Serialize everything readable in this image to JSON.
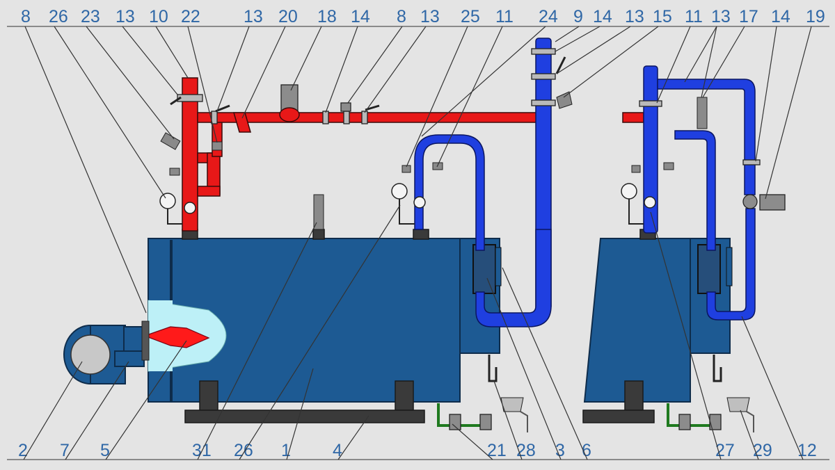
{
  "labels": {
    "top": [
      "8",
      "26",
      "23",
      "13",
      "10",
      "22",
      "13",
      "20",
      "18",
      "14",
      "8",
      "13",
      "25",
      "11",
      "24",
      "9",
      "14",
      "13",
      "15",
      "11",
      "13",
      "17",
      "14",
      "19"
    ],
    "bottom": [
      "2",
      "7",
      "5",
      "31",
      "26",
      "1",
      "4",
      "21",
      "28",
      "3",
      "6",
      "27",
      "29",
      "12"
    ]
  },
  "colors": {
    "hot_pipe": "#e81818",
    "cold_pipe": "#1f3fe0",
    "boiler_body": "#1d5a93",
    "label_text": "#2f67a6",
    "background": "#e4e4e4"
  }
}
